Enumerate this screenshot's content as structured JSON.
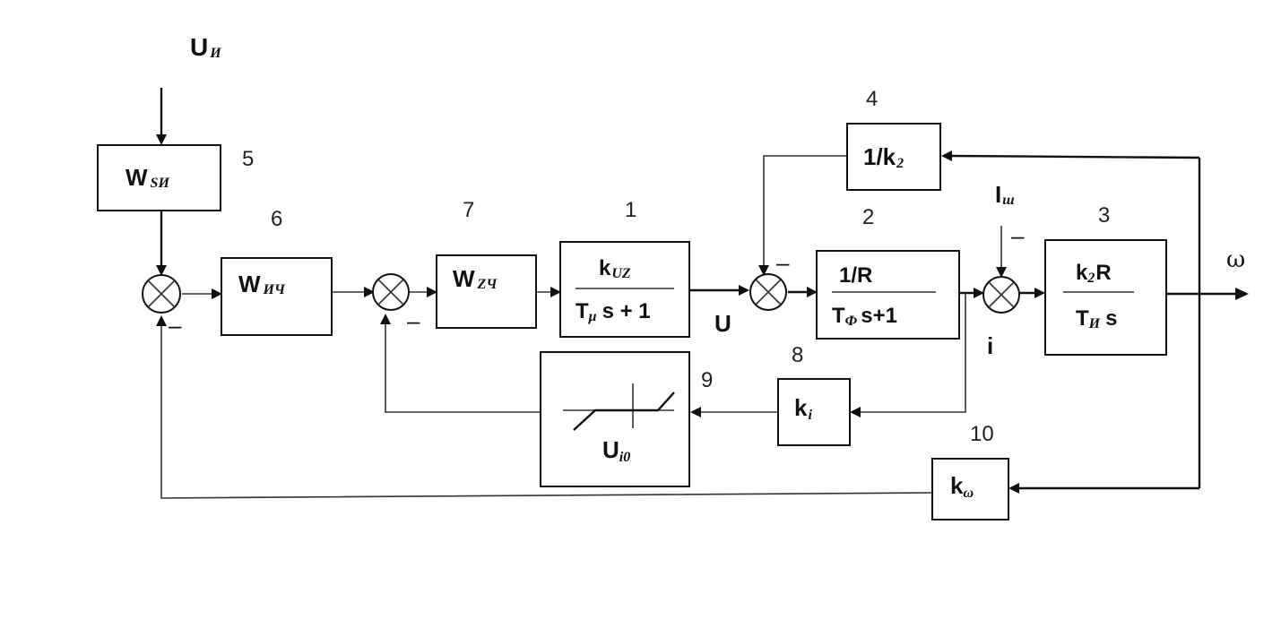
{
  "inputs": {
    "u_main": "U",
    "u_main_sub": "И",
    "i_load": "I",
    "i_load_sub": "ш"
  },
  "blocks": {
    "b5": {
      "num": "5",
      "main": "W",
      "sub": "SИ"
    },
    "b6": {
      "num": "6",
      "main": "W",
      "sub": "ИЧ"
    },
    "b7": {
      "num": "7",
      "main": "W",
      "sub": "ZЧ"
    },
    "b1": {
      "num": "1",
      "top": "k",
      "top_sub": "UZ",
      "bot": "T",
      "bot_sub": "μ",
      "bot_rest": "s + 1"
    },
    "b2": {
      "num": "2",
      "top": "1/R",
      "bot": "T",
      "bot_sub": "Ф",
      "bot_rest": "s+1"
    },
    "b3": {
      "num": "3",
      "top": "k",
      "top_sub": "2",
      "top_rest": "R",
      "bot": "T",
      "bot_sub": "И",
      "bot_rest": "s"
    },
    "b4": {
      "num": "4",
      "main": "1/k",
      "sub": "2"
    },
    "b8": {
      "num": "8",
      "main": "k",
      "sub": "i"
    },
    "b9": {
      "num": "9",
      "main": "U",
      "sub": "i0"
    },
    "b10": {
      "num": "10",
      "main": "k",
      "sub": "ω"
    }
  },
  "signals": {
    "u": "U",
    "i": "i",
    "omega": "ω"
  },
  "signs": {
    "minus": "–"
  }
}
